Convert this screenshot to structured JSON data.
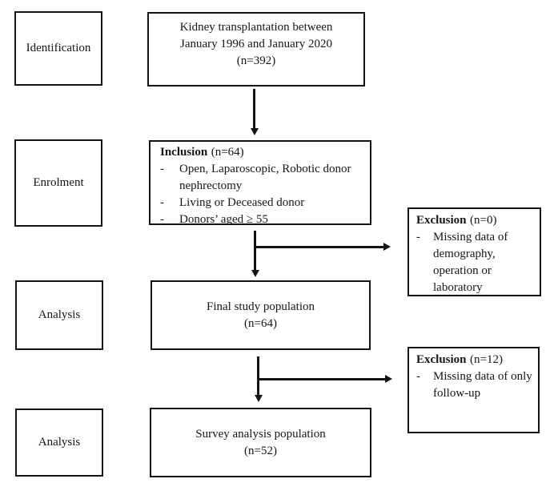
{
  "figure": {
    "background": "#ffffff",
    "line_color": "#141414",
    "text_color": "#161616"
  },
  "stages": [
    {
      "label": "Identification"
    },
    {
      "label": "Enrolment"
    },
    {
      "label": "Analysis"
    },
    {
      "label": "Analysis"
    }
  ],
  "flow": {
    "source": {
      "line1": "Kidney transplantation between",
      "line2": "January 1996 and January 2020",
      "line3": "(n=392)"
    },
    "inclusion": {
      "title": "Inclusion",
      "count": "(n=64)",
      "bullet": "-",
      "items": [
        "Open, Laparoscopic, Robotic donor nephrectomy",
        "Living or Deceased donor",
        "Donors’ aged ≥ 55"
      ]
    },
    "final": {
      "line1": "Final study population",
      "line2": "(n=64)"
    },
    "survey": {
      "line1": "Survey analysis population",
      "line2": "(n=52)"
    }
  },
  "exclusions": [
    {
      "title": "Exclusion",
      "count": "(n=0)",
      "bullet": "-",
      "items": [
        "Missing data of demography, operation or laboratory"
      ]
    },
    {
      "title": "Exclusion",
      "count": "(n=12)",
      "bullet": "-",
      "items": [
        "Missing data of only follow-up"
      ]
    }
  ]
}
